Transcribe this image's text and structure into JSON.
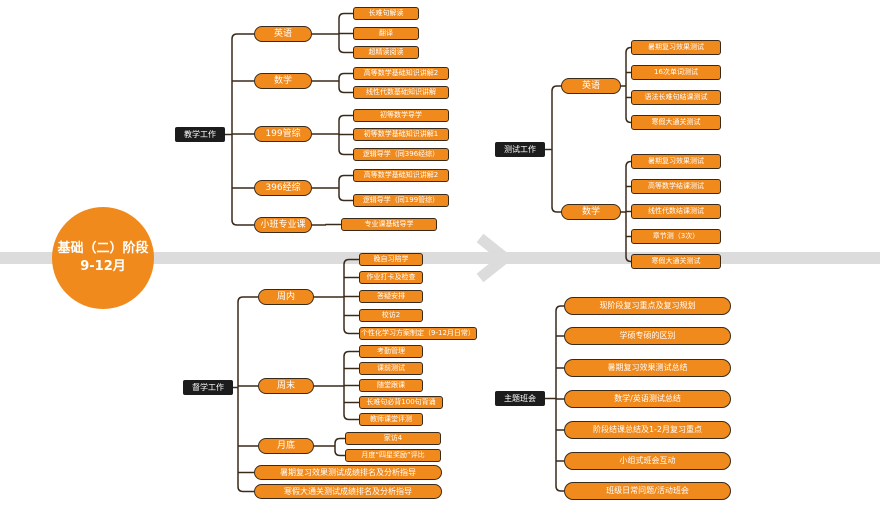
{
  "center": {
    "line1": "基础（二）阶段",
    "line2": "9-12月"
  },
  "colors": {
    "accent": "#F18A1D",
    "category": "#1c1c1c",
    "connector": "#3A2A1A",
    "band": "#dcdcdc"
  },
  "teaching": {
    "label": "教学工作",
    "english": {
      "label": "英语",
      "items": [
        "长难句解读",
        "翻译",
        "超精读阅读"
      ]
    },
    "math": {
      "label": "数学",
      "items": [
        "高等数学基础知识讲解2",
        "线性代数基础知识讲解"
      ]
    },
    "c199": {
      "label": "199管综",
      "items": [
        "初等数学导学",
        "初等数学基础知识讲解1",
        "逻辑导学（同396经综）"
      ]
    },
    "c396": {
      "label": "396经综",
      "items": [
        "高等数学基础知识讲解2",
        "逻辑导学（同199管综）"
      ]
    },
    "small": {
      "label": "小班专业课",
      "items": [
        "专业课基础导学"
      ]
    }
  },
  "testing": {
    "label": "测试工作",
    "english": {
      "label": "英语",
      "items": [
        "暑期复习效果测试",
        "16次单词测试",
        "语法长难句结课测试",
        "寒假大通关测试"
      ]
    },
    "math": {
      "label": "数学",
      "items": [
        "暑期复习效果测试",
        "高等数学结课测试",
        "线性代数结课测试",
        "章节测（3次）",
        "寒假大通关测试"
      ]
    }
  },
  "supervision": {
    "label": "督学工作",
    "weekday": {
      "label": "周内",
      "items": [
        "晚自习陪学",
        "作业打卡及检查",
        "答疑安排",
        "校访2",
        "个性化学习方案制定（9-12月日常）"
      ]
    },
    "weekend": {
      "label": "周末",
      "items": [
        "考勤管理",
        "课前测试",
        "随堂跟课",
        "长难句必背100句背诵",
        "教师课堂评测"
      ]
    },
    "monthend": {
      "label": "月底",
      "items": [
        "家访4",
        "月度“四星奖励”评比"
      ]
    },
    "extra": [
      "暑期复习效果测试成绩排名及分析指导",
      "寒假大通关测试成绩排名及分析指导"
    ]
  },
  "meeting": {
    "label": "主题班会",
    "items": [
      "现阶段复习重点及复习规划",
      "学硕专硕的区别",
      "暑期复习效果测试总结",
      "数学/英语测试总结",
      "阶段结课总结及1-2月复习重点",
      "小组式班会互动",
      "班级日常问题/活动班会"
    ]
  }
}
